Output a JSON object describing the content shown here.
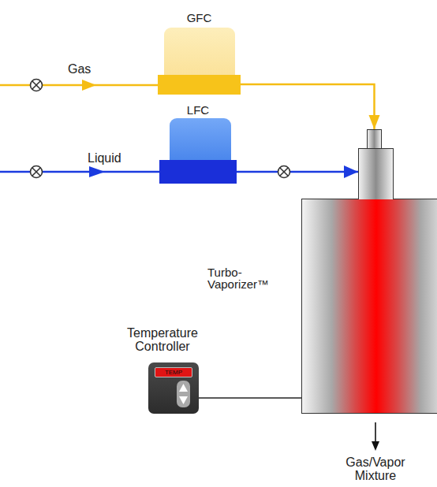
{
  "diagram": {
    "nodes": [
      {
        "text": [
          "GFC"
        ]
      },
      {
        "text": [
          "LFC"
        ]
      },
      {
        "text": [
          "Turbo- Vaporizer™"
        ]
      },
      {
        "text": [
          "Temperature Controller",
          "TEMP"
        ]
      }
    ],
    "edges": [
      {
        "from": 0,
        "to": 2,
        "arrow": "to"
      },
      {
        "from": 1,
        "to": 2,
        "arrow": "to"
      },
      {
        "from": 3,
        "to": 2,
        "arrow": "none"
      }
    ],
    "labels": [
      "Gas",
      "Liquid",
      "Gas/Vapor Mixture"
    ]
  }
}
